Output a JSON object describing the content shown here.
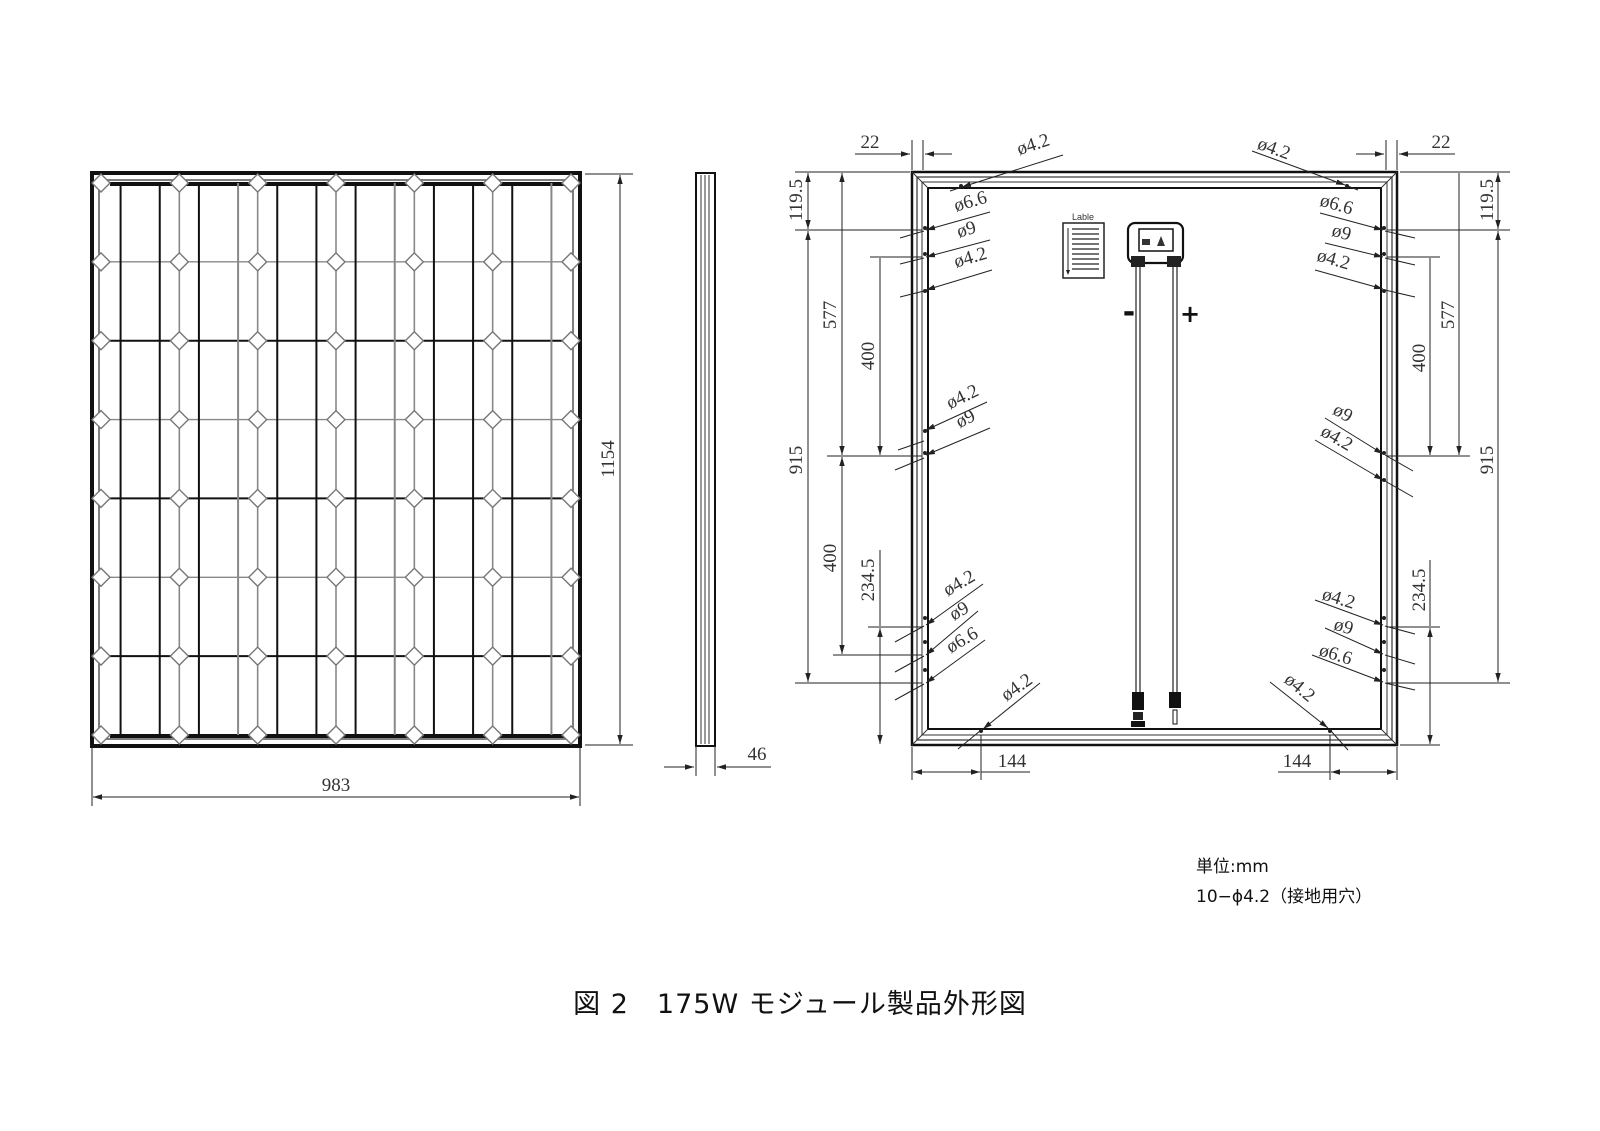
{
  "figure": {
    "caption": "図 2　175W モジュール製品外形図",
    "notes": {
      "unit": "単位:mm",
      "grounding_holes": "10−ϕ4.2（接地用穴）"
    }
  },
  "front_view": {
    "width_label": "983",
    "height_label": "1154",
    "cell_columns": 6,
    "cell_rows": 7
  },
  "side_view": {
    "thickness_label": "46"
  },
  "rear_view": {
    "label_sticker": "Lable",
    "polarity_negative": "-",
    "polarity_positive": "+",
    "left_dims": {
      "edge_offset": "22",
      "top_offset": "119.5",
      "span_577": "577",
      "span_915": "915",
      "span_400_upper": "400",
      "span_400_lower": "400",
      "bottom_offset": "234.5",
      "bottom_hole_offset": "144"
    },
    "right_dims": {
      "edge_offset": "22",
      "top_offset": "119.5",
      "span_577": "577",
      "span_915": "915",
      "span_400": "400",
      "bottom_offset": "234.5",
      "bottom_hole_offset": "144"
    },
    "hole_callouts": {
      "top_left_corner": "ø4.2",
      "top_right_corner": "ø4.2",
      "left_upper": [
        "ø6.6",
        "ø9",
        "ø4.2"
      ],
      "right_upper": [
        "ø6.6",
        "ø9",
        "ø4.2"
      ],
      "left_middle": [
        "ø4.2",
        "ø9"
      ],
      "right_middle": [
        "ø9",
        "ø4.2"
      ],
      "left_lower": [
        "ø4.2",
        "ø9",
        "ø6.6"
      ],
      "right_lower": [
        "ø4.2",
        "ø9",
        "ø6.6"
      ],
      "bottom_left_corner": "ø4.2",
      "bottom_right_corner": "ø4.2"
    }
  }
}
